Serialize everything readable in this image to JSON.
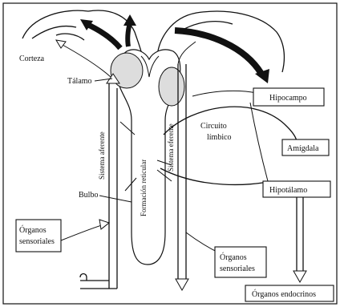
{
  "labels": {
    "corteza": "Corteza",
    "talamo": "Tálamo",
    "bulbo": "Bulbo",
    "sistema_aferente": "Sistema aferente",
    "sistema_eferente": "Sistema eferente",
    "formacion_reticular": "Formación reticular",
    "circuito_limbico_1": "Circuito",
    "circuito_limbico_2": "límbico"
  },
  "boxes": {
    "organos_sensoriales_left_1": "Órganos",
    "organos_sensoriales_left_2": "sensoriales",
    "organos_sensoriales_right_1": "Órganos",
    "organos_sensoriales_right_2": "sensoriales",
    "hipocampo": "Hipocampo",
    "amigdala": "Amígdala",
    "hipotalamo": "Hipotálamo",
    "organos_endocrinos": "Órganos endocrinos"
  }
}
